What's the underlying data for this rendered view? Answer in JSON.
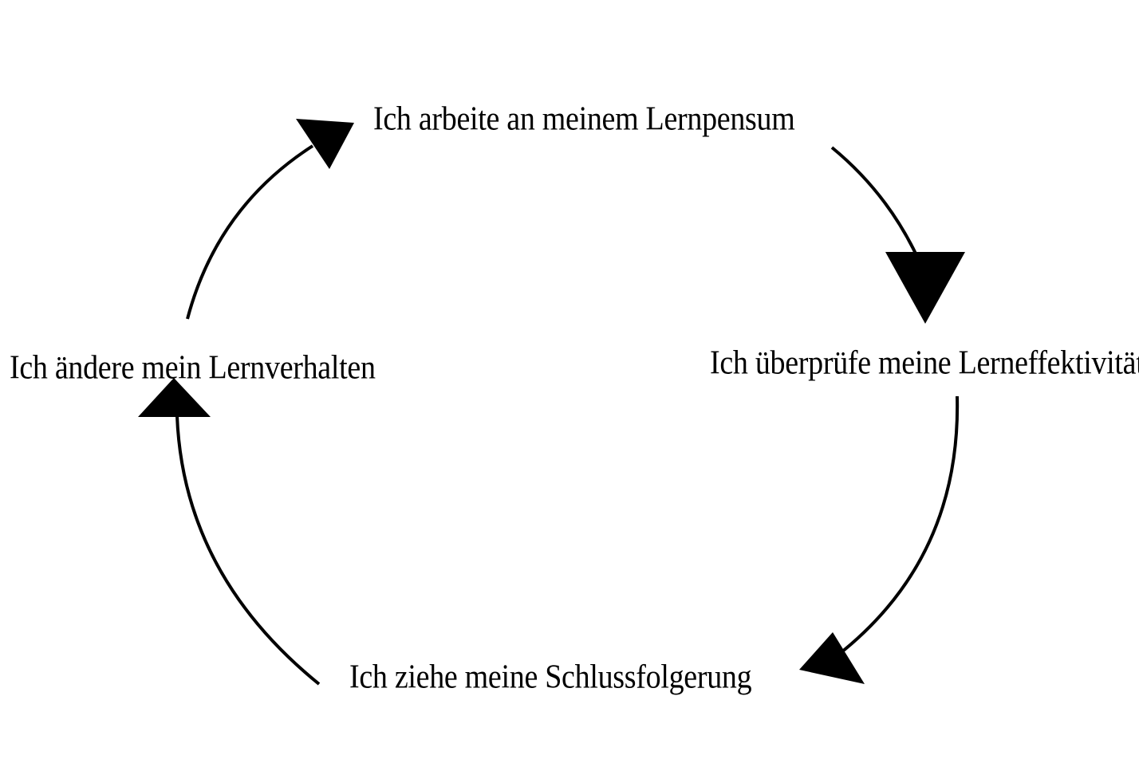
{
  "steps": [
    {
      "label": "Ich arbeite an meinem Lernpensum"
    },
    {
      "label": "Ich überprüfe meine Lerneffektivität"
    },
    {
      "label": "Ich ziehe meine Schlussfolgerung"
    },
    {
      "label": "Ich ändere mein Lernverhalten"
    }
  ],
  "colors": {
    "background": "#ffffff",
    "ink": "#000000"
  }
}
